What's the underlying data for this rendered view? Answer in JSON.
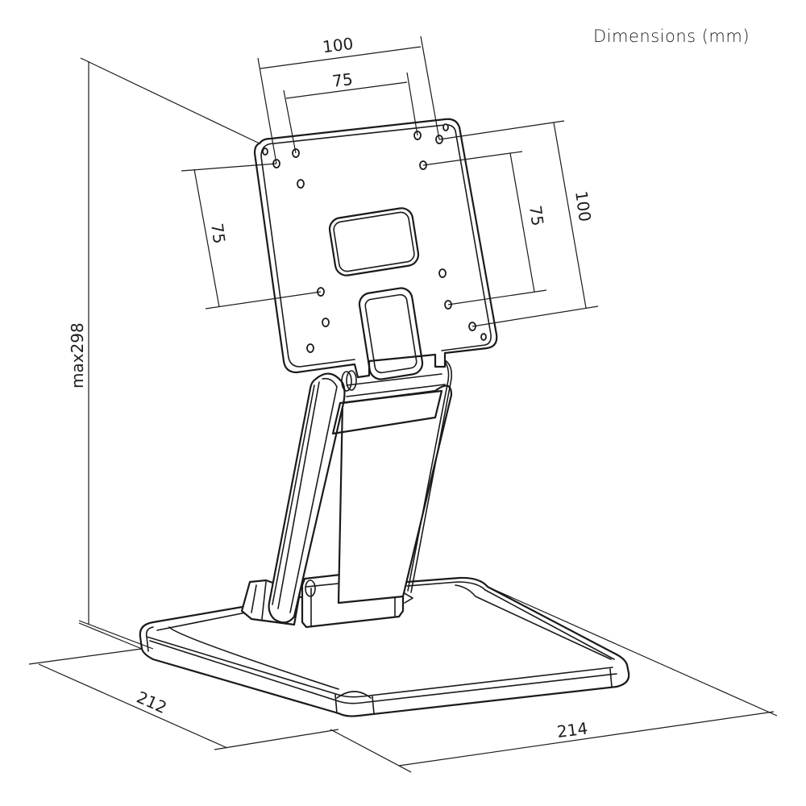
{
  "title": "Dimensions (mm)",
  "dimensions": {
    "vesa_outer_horizontal": "100",
    "vesa_inner_horizontal": "75",
    "vesa_inner_vertical_left": "75",
    "vesa_inner_vertical_right": "75",
    "vesa_outer_vertical_right": "100",
    "max_height": "max298",
    "base_depth": "212",
    "base_width": "214"
  },
  "colors": {
    "line": "#1a1a1a",
    "background": "#ffffff"
  }
}
